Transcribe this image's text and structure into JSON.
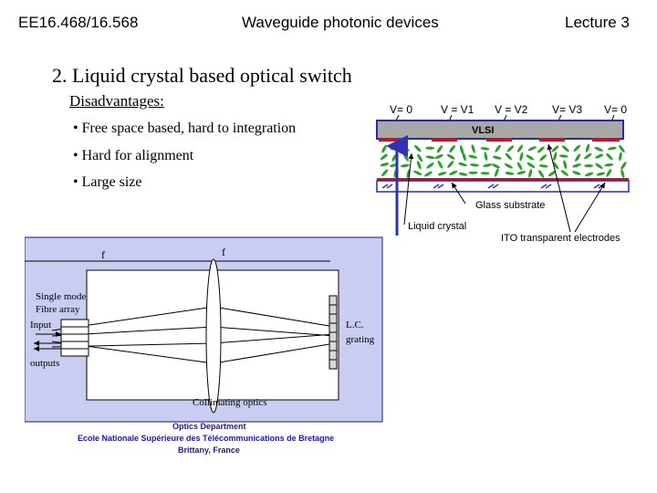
{
  "header": {
    "course": "EE16.468/16.568",
    "topic": "Waveguide photonic devices",
    "lecture": "Lecture 3"
  },
  "slide": {
    "title": "2. Liquid crystal based optical switch",
    "subtitle": "Disadvantages:",
    "bullets": [
      "• Free space based, hard to integration",
      "• Hard for alignment",
      "• Large size"
    ]
  },
  "lc_diagram": {
    "voltages": [
      "V= 0",
      "V = V1",
      "V = V2",
      "V= V3",
      "V= 0"
    ],
    "vlsi_label": "VLSI",
    "glass_label": "Glass substrate",
    "lc_label": "Liquid crystal",
    "ito_label": "ITO transparent electrodes",
    "colors": {
      "vlsi": "#a8a8a8",
      "electrode": "#c8102e",
      "lc": "#2e9e2e",
      "border": "#2a2aa8",
      "arrow": "#3232b4"
    }
  },
  "optics_diagram": {
    "f_left": "f",
    "f_right": "f",
    "fibre_label_1": "Single mode",
    "fibre_label_2": "Fibre array",
    "input_label": "Input",
    "outputs_label": "outputs",
    "grating_label_1": "L.C.",
    "grating_label_2": "grating",
    "optics_label": "Collimating optics",
    "credit_1": "Optics Department",
    "credit_2": "Ecole Nationale Supérieure des Télécommunications de Bretagne",
    "credit_3": "Brittany, France",
    "colors": {
      "panel": "#c9cdf2",
      "credit": "#1a1aa0"
    }
  }
}
